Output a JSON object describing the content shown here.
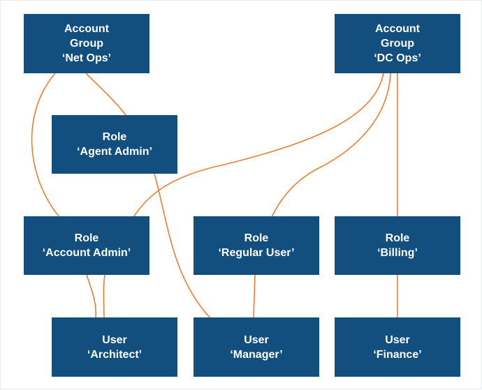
{
  "colors": {
    "node_fill": "#124f7f",
    "node_text": "#ffffff",
    "edge": "#ef7d2f",
    "background": "#ffffff"
  },
  "nodes": {
    "ag_netops": {
      "lines": [
        "Account",
        "Group",
        "‘Net Ops’"
      ]
    },
    "ag_dcops": {
      "lines": [
        "Account",
        "Group",
        "‘DC Ops’"
      ]
    },
    "role_agent": {
      "lines": [
        "Role",
        "‘Agent Admin’"
      ]
    },
    "role_account": {
      "lines": [
        "Role",
        "‘Account Admin’"
      ]
    },
    "role_regular": {
      "lines": [
        "Role",
        "‘Regular User’"
      ]
    },
    "role_billing": {
      "lines": [
        "Role",
        "‘Billing’"
      ]
    },
    "user_architect": {
      "lines": [
        "User",
        "‘Architect’"
      ]
    },
    "user_manager": {
      "lines": [
        "User",
        "‘Manager’"
      ]
    },
    "user_finance": {
      "lines": [
        "User",
        "‘Finance’"
      ]
    }
  },
  "edges": [
    {
      "from": "ag_netops",
      "to": "role_agent"
    },
    {
      "from": "ag_netops",
      "to": "role_account"
    },
    {
      "from": "ag_dcops",
      "to": "role_account"
    },
    {
      "from": "ag_dcops",
      "to": "role_regular"
    },
    {
      "from": "ag_dcops",
      "to": "role_billing"
    },
    {
      "from": "role_agent",
      "to": "user_manager"
    },
    {
      "from": "role_account",
      "to": "user_architect"
    },
    {
      "from": "role_account",
      "to": "user_architect"
    },
    {
      "from": "role_regular",
      "to": "user_manager"
    },
    {
      "from": "role_billing",
      "to": "user_finance"
    }
  ]
}
